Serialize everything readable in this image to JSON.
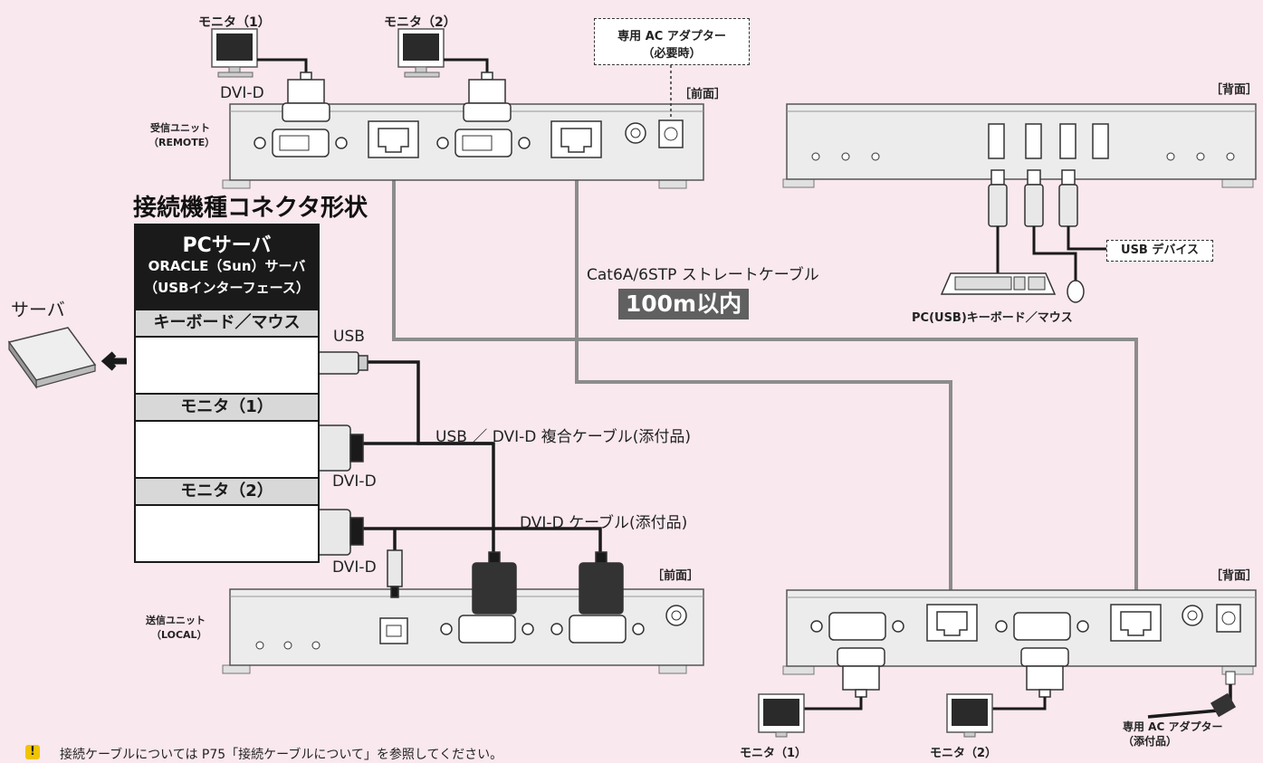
{
  "title": "接続機種コネクタ形状",
  "panel": {
    "head1": "PCサーバ",
    "head2": "ORACLE（Sun）サーバ",
    "head3": "（USBインターフェース）",
    "row_keyboard": "キーボード／マウス",
    "row_monitor1": "モニタ（1）",
    "row_monitor2": "モニタ（2）"
  },
  "server_label": "サーバ",
  "labels": {
    "monitor1_top": "モニタ（1）",
    "monitor2_top": "モニタ（2）",
    "adapter_top_1": "専用 AC アダプター",
    "adapter_top_2": "（必要時）",
    "front_top": "［前面］",
    "back_top": "［背面］",
    "dvid_top": "DVI-D",
    "remote_unit_1": "受信ユニット",
    "remote_unit_2": "（REMOTE）",
    "usb": "USB",
    "usb_device": "USB デバイス",
    "pc_keyboard": "PC(USB)キーボード／マウス",
    "cat6": "Cat6A/6STP ストレートケーブル",
    "distance": "100m以内",
    "usb_dvi_cable": "USB ／ DVI-D 複合ケーブル(添付品)",
    "dvid_mid": "DVI-D",
    "dvi_cable": "DVI-D ケーブル(添付品)",
    "dvid_low": "DVI-D",
    "front_mid": "［前面］",
    "back_mid": "［背面］",
    "local_unit_1": "送信ユニット",
    "local_unit_2": "（LOCAL）",
    "monitor1_bottom": "モニタ（1）",
    "monitor2_bottom": "モニタ（2）",
    "adapter_bottom_1": "専用 AC アダプター",
    "adapter_bottom_2": "（添付品）"
  },
  "note": "接続ケーブルについては P75「接続ケーブルについて」を参照してください。",
  "colors": {
    "background": "#f9e8ee",
    "unit": "#ececec",
    "cable_gray": "#8c8c8c",
    "cable_black": "#1a1a1a",
    "warning": "#f0c400"
  }
}
